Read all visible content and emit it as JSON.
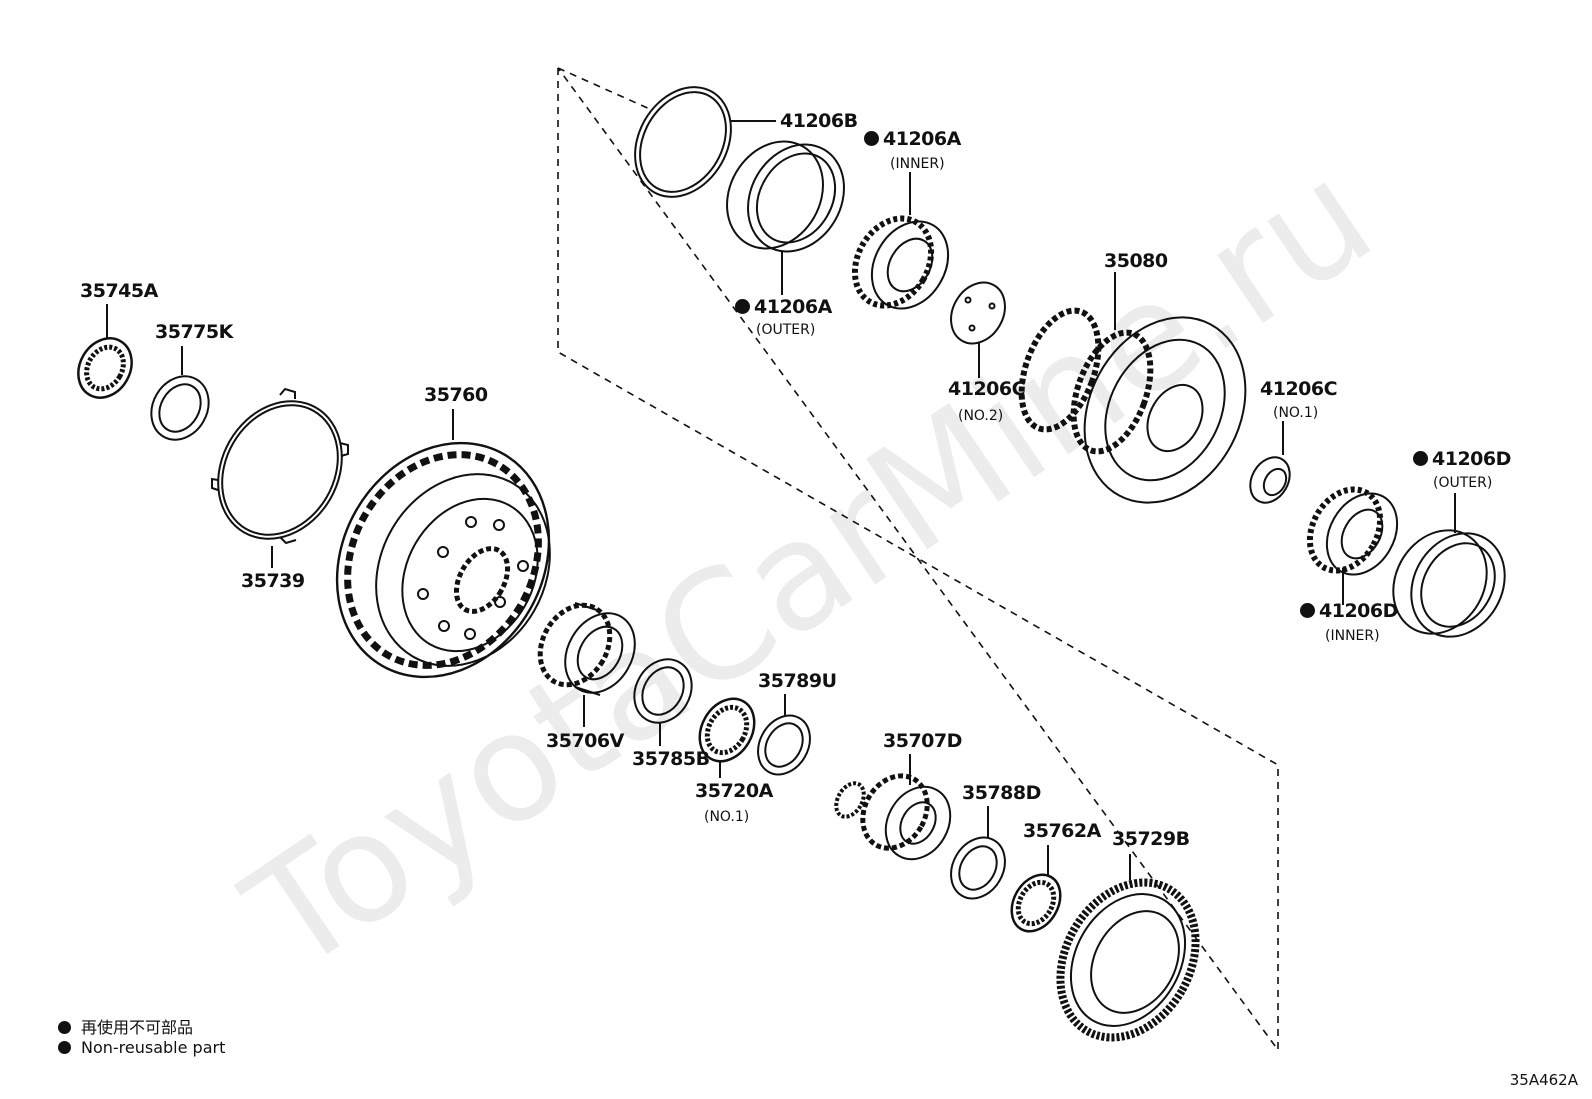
{
  "watermark": "ToyotaCarMine.ru",
  "diagram_code": "35A462A",
  "legend": {
    "line_jp": "再使用不可部品",
    "line_en": "Non-reusable part"
  },
  "parts": [
    {
      "id": "35745A",
      "label": "35745A",
      "sub": "",
      "non_reusable": false
    },
    {
      "id": "35775K",
      "label": "35775K",
      "sub": "",
      "non_reusable": false
    },
    {
      "id": "35739",
      "label": "35739",
      "sub": "",
      "non_reusable": false
    },
    {
      "id": "35760",
      "label": "35760",
      "sub": "",
      "non_reusable": false
    },
    {
      "id": "35706V",
      "label": "35706V",
      "sub": "",
      "non_reusable": false
    },
    {
      "id": "35785B",
      "label": "35785B",
      "sub": "",
      "non_reusable": false
    },
    {
      "id": "35720A",
      "label": "35720A",
      "sub": "(NO.1)",
      "non_reusable": false
    },
    {
      "id": "35789U",
      "label": "35789U",
      "sub": "",
      "non_reusable": false
    },
    {
      "id": "35707D",
      "label": "35707D",
      "sub": "",
      "non_reusable": false
    },
    {
      "id": "35788D",
      "label": "35788D",
      "sub": "",
      "non_reusable": false
    },
    {
      "id": "35762A",
      "label": "35762A",
      "sub": "",
      "non_reusable": false
    },
    {
      "id": "35729B",
      "label": "35729B",
      "sub": "",
      "non_reusable": false
    },
    {
      "id": "41206B",
      "label": "41206B",
      "sub": "",
      "non_reusable": false
    },
    {
      "id": "41206A-inner",
      "label": "41206A",
      "sub": "(INNER)",
      "non_reusable": true
    },
    {
      "id": "41206A-outer",
      "label": "41206A",
      "sub": "(OUTER)",
      "non_reusable": true
    },
    {
      "id": "41206C-no2",
      "label": "41206C",
      "sub": "(NO.2)",
      "non_reusable": false
    },
    {
      "id": "35080",
      "label": "35080",
      "sub": "",
      "non_reusable": false
    },
    {
      "id": "41206C-no1",
      "label": "41206C",
      "sub": "(NO.1)",
      "non_reusable": false
    },
    {
      "id": "41206D-outer",
      "label": "41206D",
      "sub": "(OUTER)",
      "non_reusable": true
    },
    {
      "id": "41206D-inner",
      "label": "41206D",
      "sub": "(INNER)",
      "non_reusable": true
    }
  ]
}
